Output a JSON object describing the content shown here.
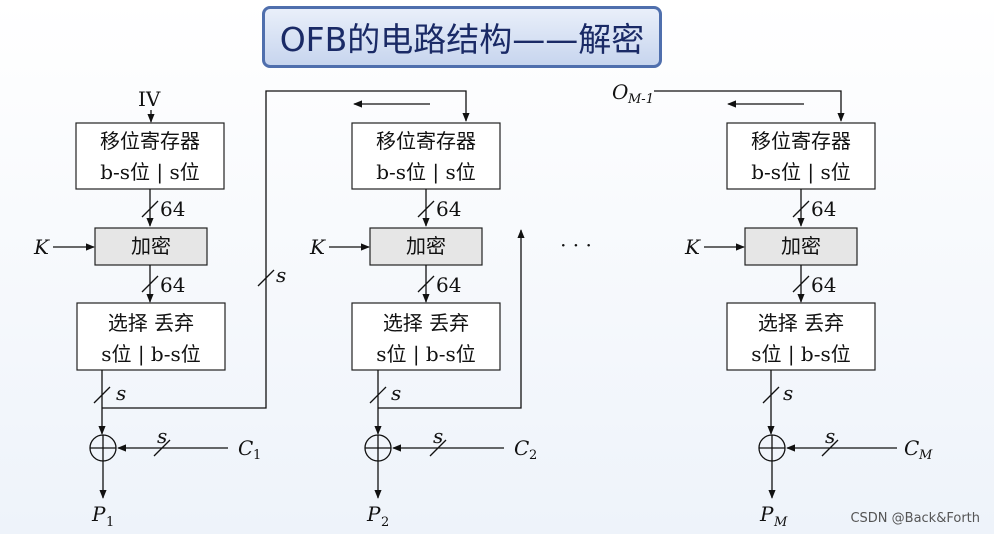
{
  "title": "OFB的电路结构——解密",
  "iv_label": "IV",
  "shift_register": {
    "line1": "移位寄存器",
    "line2": "b-s位 | s位"
  },
  "encrypt_label": "加密",
  "select_discard": {
    "line1": "选择 丢弃",
    "line2": "s位 | b-s位"
  },
  "bits_64": "64",
  "bits_s": "s",
  "key_label": "K",
  "ellipsis": "· · ·",
  "o_label": {
    "main": "O",
    "sub": "M-1"
  },
  "stages": [
    {
      "c_main": "C",
      "c_sub": "1",
      "p_main": "P",
      "p_sub": "1"
    },
    {
      "c_main": "C",
      "c_sub": "2",
      "p_main": "P",
      "p_sub": "2"
    },
    {
      "c_main": "C",
      "c_sub": "M",
      "p_main": "P",
      "p_sub": "M"
    }
  ],
  "watermark": "CSDN @Back&Forth"
}
